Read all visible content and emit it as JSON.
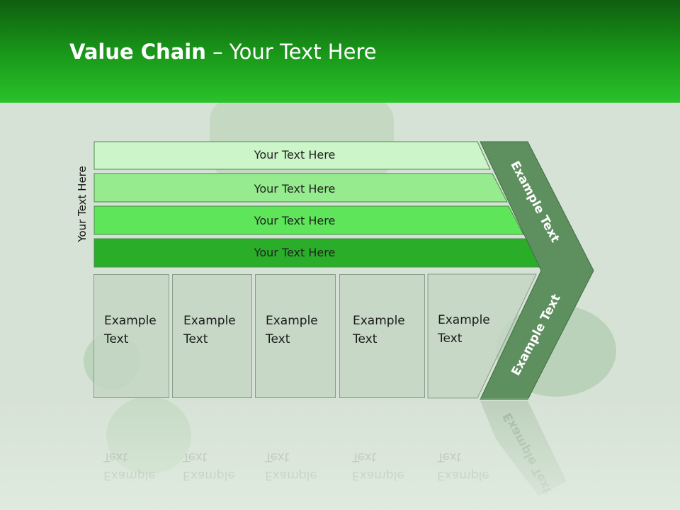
{
  "title": {
    "bold": "Value Chain",
    "rest": " – Your Text Here"
  },
  "side_label": "Your Text Here",
  "bars": [
    "Your Text Here",
    "Your Text Here",
    "Your Text Here",
    "Your Text Here"
  ],
  "boxes": [
    {
      "line1": "Example",
      "line2": "Text"
    },
    {
      "line1": "Example",
      "line2": "Text"
    },
    {
      "line1": "Example",
      "line2": "Text"
    },
    {
      "line1": "Example",
      "line2": "Text"
    },
    {
      "line1": "Example",
      "line2": "Text"
    }
  ],
  "chevron": {
    "top": "Example Text",
    "bottom": "Example Text"
  },
  "colors": {
    "header": "#1a9a1a",
    "bar1": "#ccf5c9",
    "bar2": "#96eb8e",
    "bar3": "#5ee55a",
    "bar4": "#2aae2a",
    "chevron": "#5e8f5e"
  }
}
